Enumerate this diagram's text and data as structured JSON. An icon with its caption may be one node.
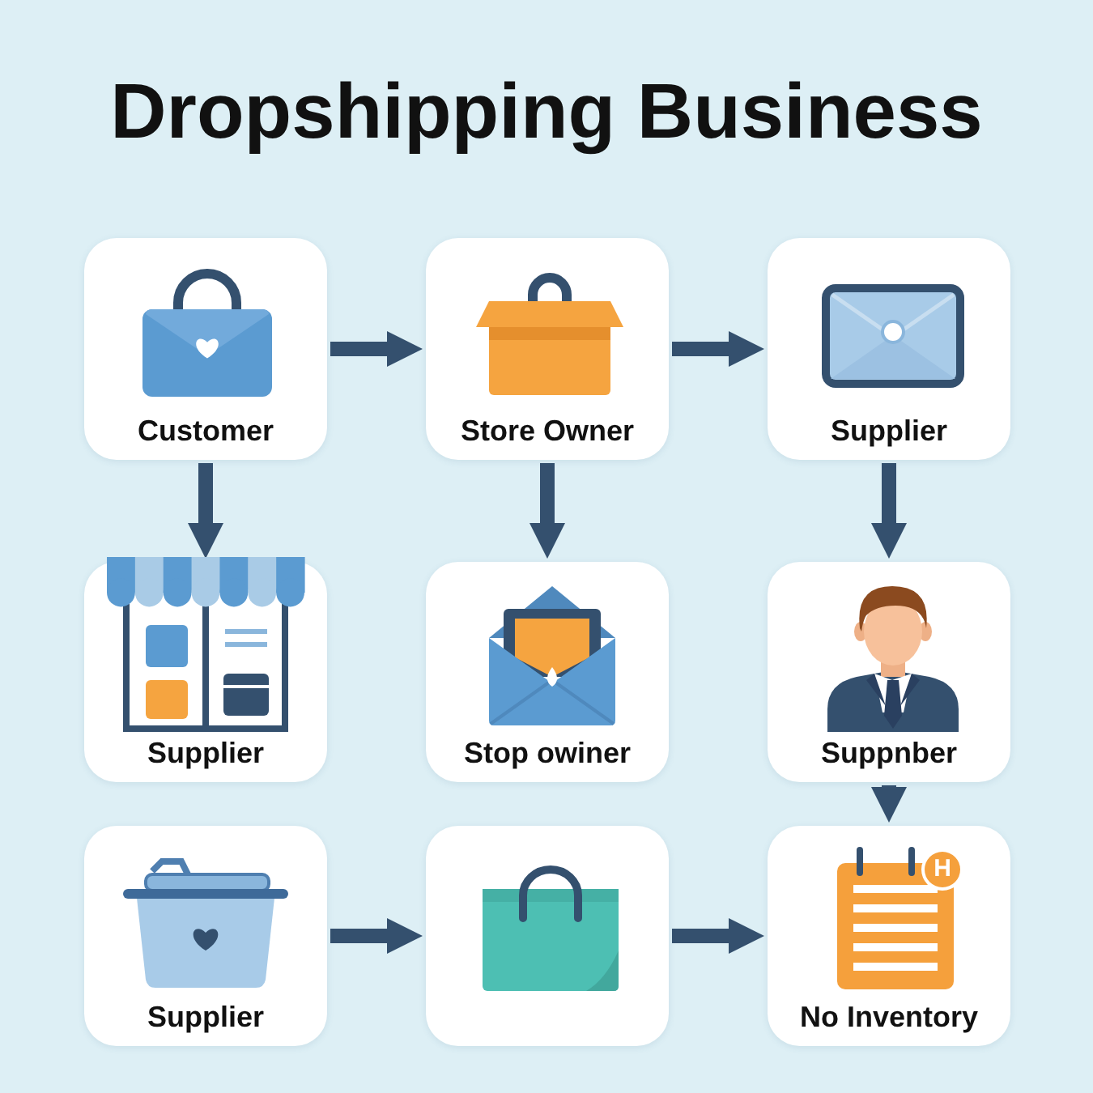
{
  "diagram": {
    "title": "Dropshipping Business",
    "nodes": [
      {
        "text": [
          "Customer"
        ]
      },
      {
        "text": [
          "Store Owner"
        ]
      },
      {
        "text": [
          "Supplier"
        ]
      },
      {
        "text": [
          "Supplier"
        ]
      },
      {
        "text": [
          "Stop owiner"
        ]
      },
      {
        "text": [
          "Suppnber"
        ]
      },
      {
        "text": [
          "Supplier"
        ]
      },
      {
        "text": [],
        "shape": "box"
      },
      {
        "text": [
          "No Inventory"
        ]
      }
    ],
    "edges": [
      {
        "from": 0,
        "to": 1,
        "arrow": "to"
      },
      {
        "from": 1,
        "to": 2,
        "arrow": "to"
      },
      {
        "from": 0,
        "to": 3,
        "arrow": "to"
      },
      {
        "from": 1,
        "to": 4,
        "arrow": "to"
      },
      {
        "from": 2,
        "to": 5,
        "arrow": "to"
      },
      {
        "from": 5,
        "to": 8,
        "arrow": "to"
      },
      {
        "from": 6,
        "to": 7,
        "arrow": "to"
      },
      {
        "from": 7,
        "to": 8,
        "arrow": "to"
      }
    ],
    "labels": [
      "H"
    ]
  }
}
